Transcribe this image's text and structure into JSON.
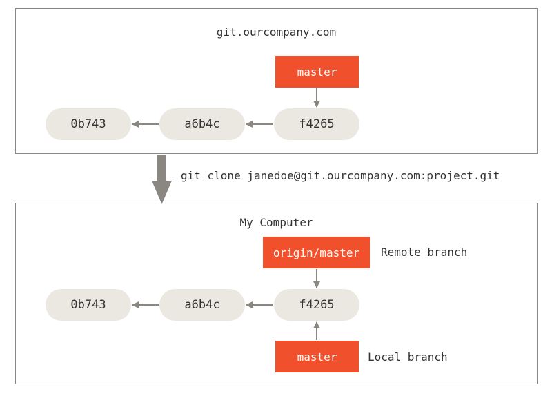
{
  "server": {
    "title": "git.ourcompany.com",
    "branch_master": "master",
    "commits": [
      "0b743",
      "a6b4c",
      "f4265"
    ]
  },
  "clone_command": "git clone janedoe@git.ourcompany.com:project.git",
  "local": {
    "title": "My Computer",
    "remote_branch_label": "origin/master",
    "remote_branch_note": "Remote branch",
    "local_branch_label": "master",
    "local_branch_note": "Local branch",
    "commits": [
      "0b743",
      "a6b4c",
      "f4265"
    ]
  },
  "colors": {
    "branch": "#f0502c",
    "commit": "#eae8e0",
    "arrow": "#8a8680",
    "border": "#888888"
  }
}
